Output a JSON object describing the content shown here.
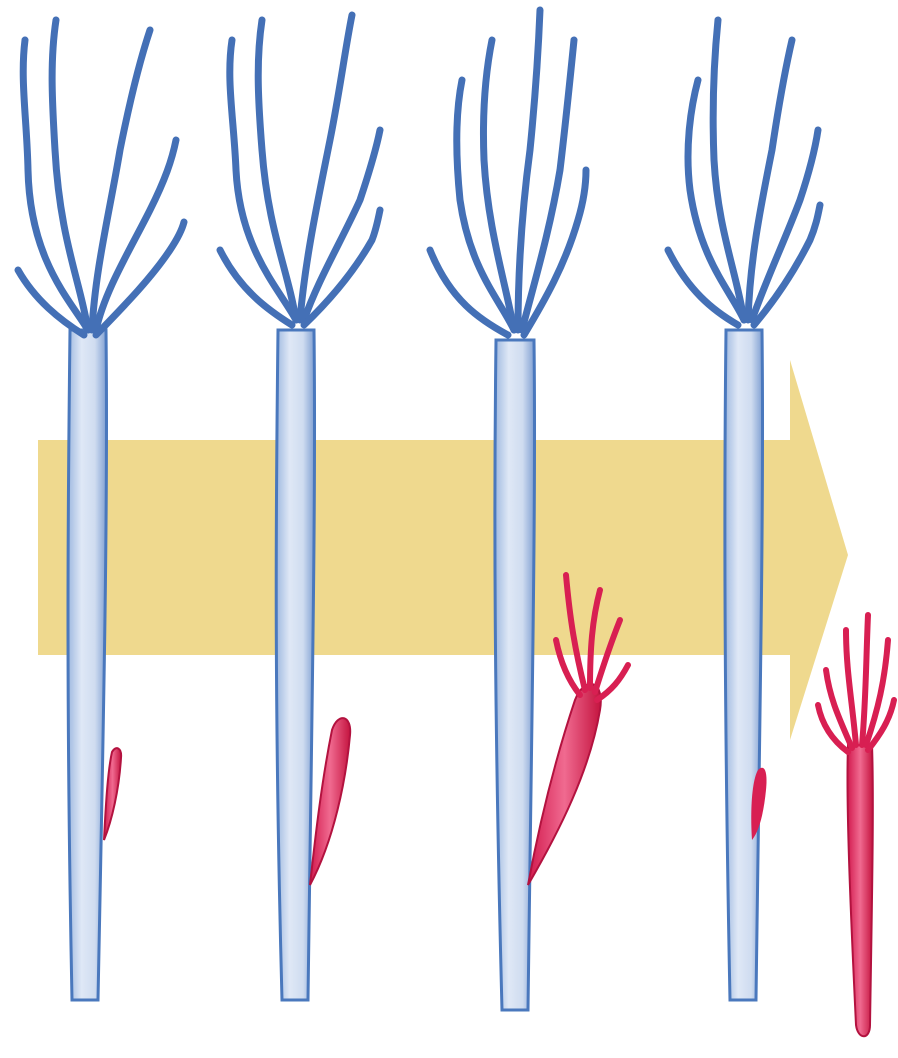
{
  "figure": {
    "description_kind": "hydra budding sequence illustration",
    "colors": {
      "parent_body": "#c9d9ef",
      "parent_outline": "#3f6fb8",
      "bud": "#e0245c",
      "bud_outline": "#b3123f",
      "arrow": "#ecd27a",
      "background": "#ffffff"
    },
    "stages": [
      {
        "step": 1,
        "bud_stage": "small-bump"
      },
      {
        "step": 2,
        "bud_stage": "elongated-bud"
      },
      {
        "step": 3,
        "bud_stage": "bud-with-tentacles"
      },
      {
        "step": 4,
        "bud_stage": "detached-daughter"
      }
    ]
  }
}
